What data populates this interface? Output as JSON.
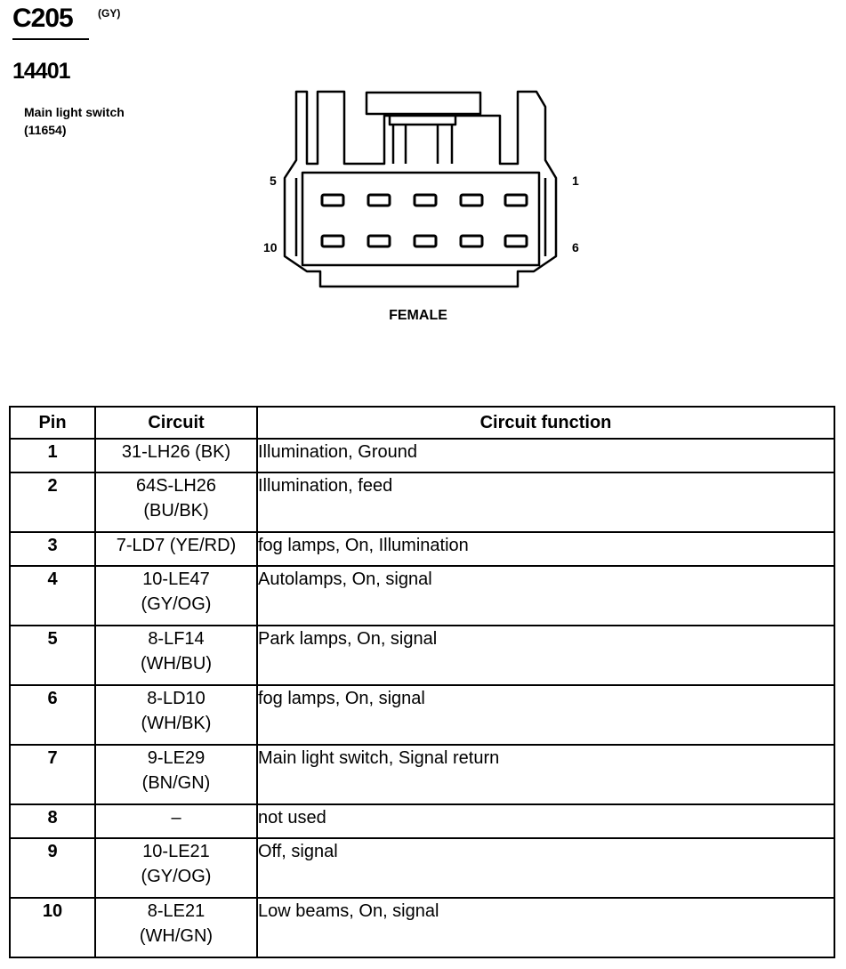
{
  "header": {
    "connector_id": "C205",
    "color_code": "(GY)",
    "part_number": "14401",
    "component_name": "Main light switch",
    "component_ref": "(11654)"
  },
  "connector_face": {
    "pin_labels": {
      "top_left": "5",
      "top_right": "1",
      "bottom_left": "10",
      "bottom_right": "6"
    },
    "gender": "FEMALE"
  },
  "table": {
    "headers": [
      "Pin",
      "Circuit",
      "Circuit function"
    ],
    "rows": [
      {
        "pin": "1",
        "circuit": [
          "31-LH26 (BK)"
        ],
        "function": "Illumination, Ground"
      },
      {
        "pin": "2",
        "circuit": [
          "64S-LH26",
          "(BU/BK)"
        ],
        "function": "Illumination, feed"
      },
      {
        "pin": "3",
        "circuit": [
          "7-LD7 (YE/RD)"
        ],
        "function": "fog lamps, On, Illumination"
      },
      {
        "pin": "4",
        "circuit": [
          "10-LE47",
          "(GY/OG)"
        ],
        "function": "Autolamps, On, signal"
      },
      {
        "pin": "5",
        "circuit": [
          "8-LF14",
          "(WH/BU)"
        ],
        "function": "Park lamps, On, signal"
      },
      {
        "pin": "6",
        "circuit": [
          "8-LD10",
          "(WH/BK)"
        ],
        "function": "fog lamps, On, signal"
      },
      {
        "pin": "7",
        "circuit": [
          "9-LE29",
          "(BN/GN)"
        ],
        "function": "Main light switch, Signal return"
      },
      {
        "pin": "8",
        "circuit": [
          "–"
        ],
        "function": "not used"
      },
      {
        "pin": "9",
        "circuit": [
          "10-LE21",
          "(GY/OG)"
        ],
        "function": "Off, signal"
      },
      {
        "pin": "10",
        "circuit": [
          "8-LE21",
          "(WH/GN)"
        ],
        "function": "Low beams, On, signal"
      }
    ]
  }
}
